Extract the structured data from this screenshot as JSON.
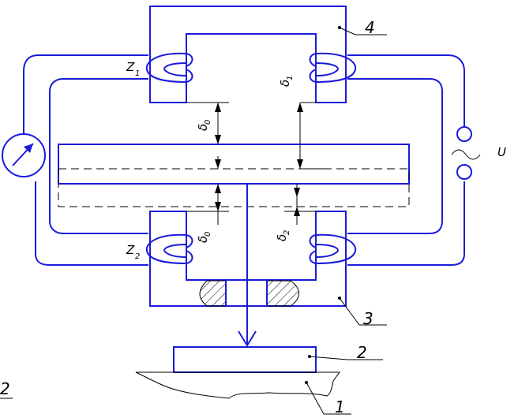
{
  "labels": {
    "core_upper": "4",
    "core_lower": "3",
    "part": "2",
    "base": "1",
    "coil_upper": "Z",
    "coil_upper_sub": "1",
    "coil_lower": "Z",
    "coil_lower_sub": "2",
    "gap_upper_left": "δ",
    "gap_upper_left_sub": "0",
    "gap_upper_right": "δ",
    "gap_upper_right_sub": "1",
    "gap_lower_left": "δ",
    "gap_lower_left_sub": "0",
    "gap_lower_right": "δ",
    "gap_lower_right_sub": "2",
    "supply": "U",
    "supply_symbol": "~",
    "corner_mark": "2"
  },
  "colors": {
    "drawing": "#1a1adb",
    "dimension": "#000000"
  },
  "icons": [
    "meter-arrow-icon"
  ]
}
